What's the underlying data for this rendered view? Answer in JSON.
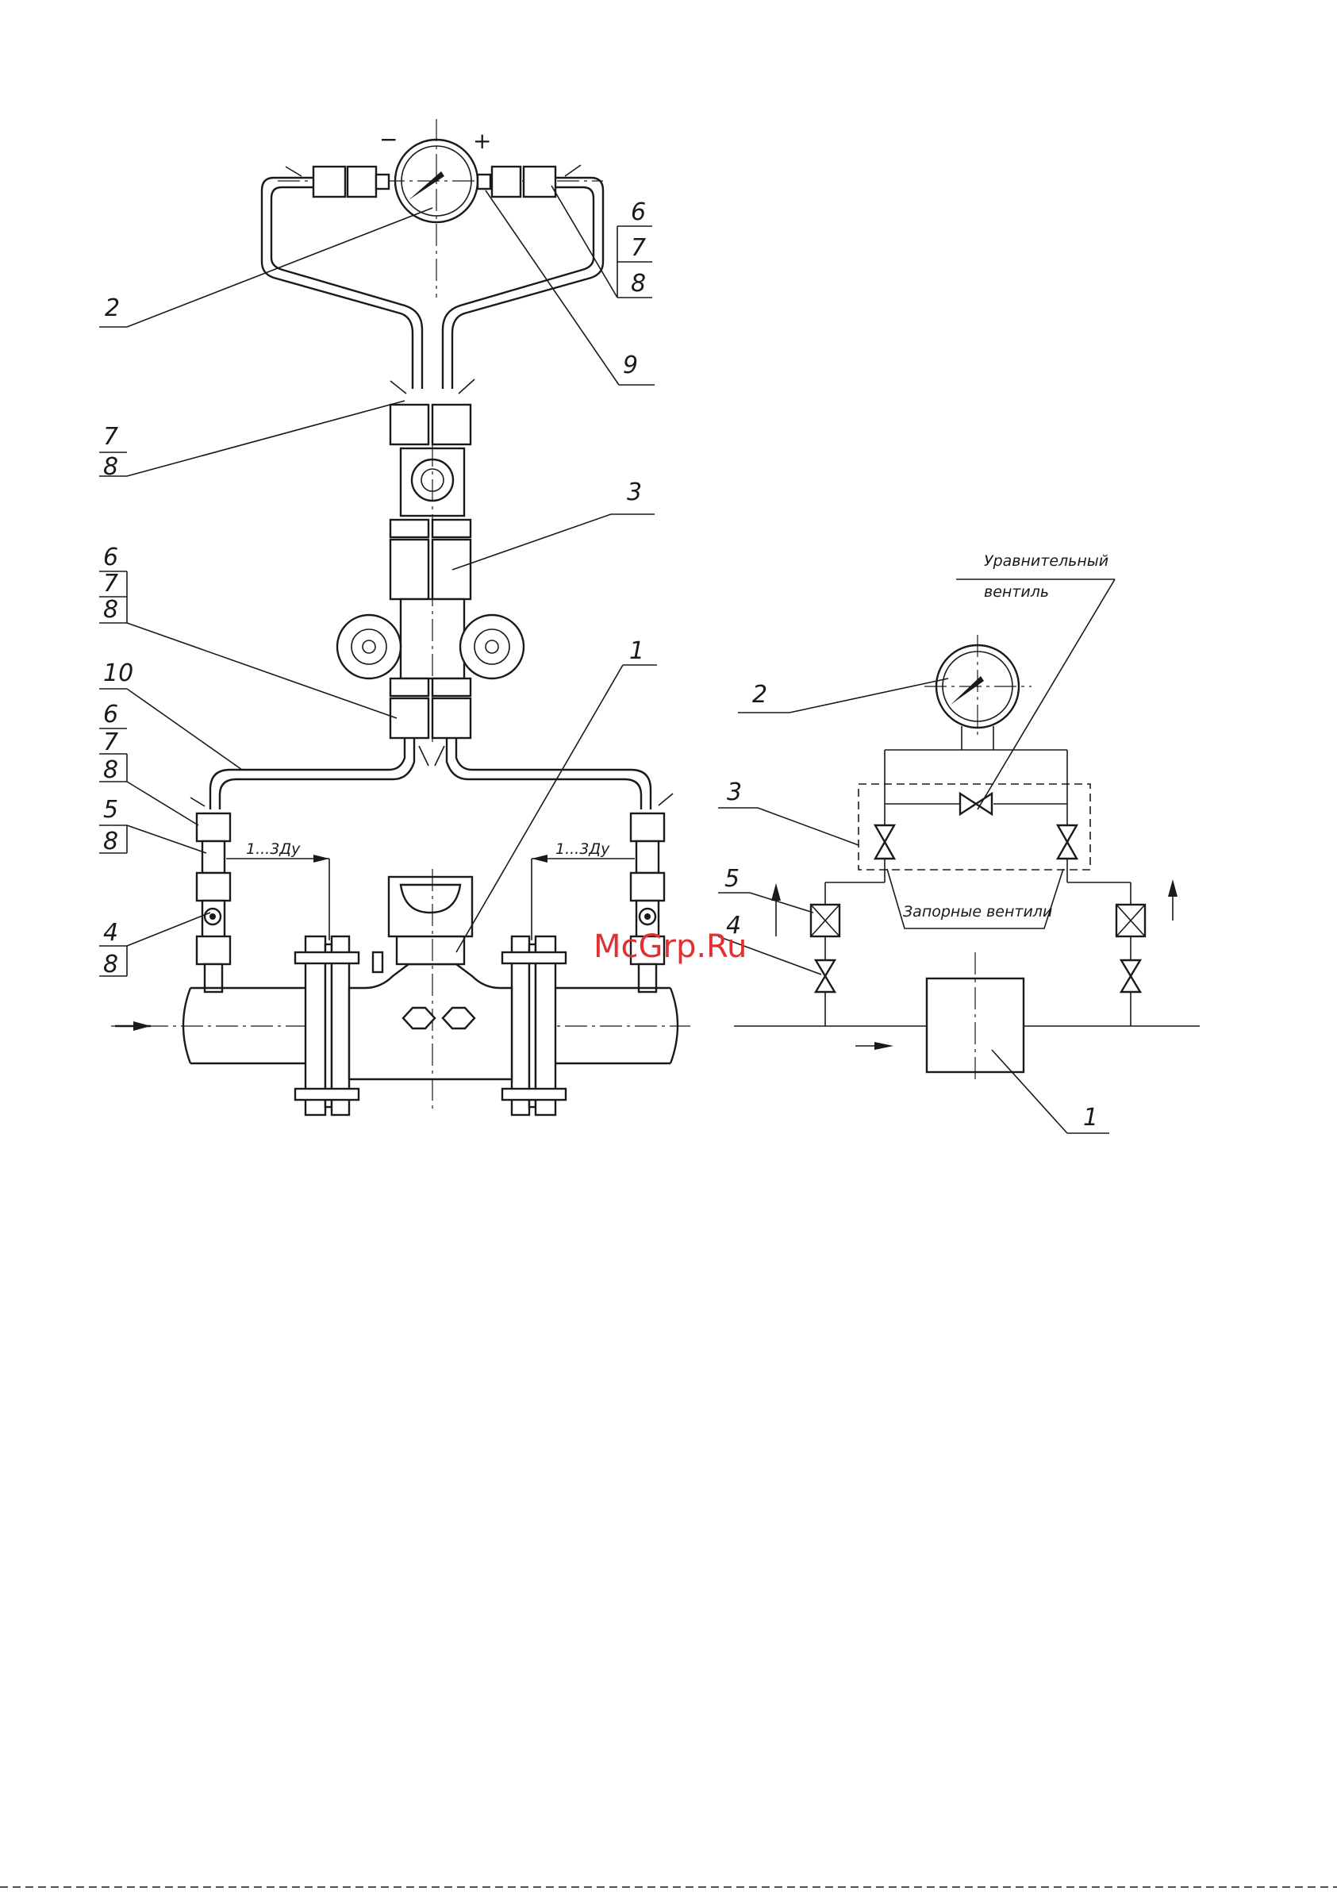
{
  "drawing": {
    "labels": {
      "l1": "1",
      "l2": "2",
      "l3": "3",
      "l4": "4",
      "l5": "5",
      "l6": "6",
      "l7": "7",
      "l8": "8",
      "l9": "9",
      "l10": "10"
    },
    "signs": {
      "minus": "−",
      "plus": "+"
    },
    "distance_left": "1...3Ду",
    "distance_right": "1...3Ду"
  },
  "schematic": {
    "equalizing_valve_line1": "Уравнительный",
    "equalizing_valve_line2": "вентиль",
    "shutoff_valves": "Запорные вентили",
    "labels": {
      "l1": "1",
      "l2": "2",
      "l3": "3",
      "l4": "4",
      "l5": "5"
    }
  },
  "watermark": "McGrp.Ru",
  "colors": {
    "ink": "#1a1a1a",
    "watermark": "#e03030",
    "paper": "#ffffff"
  }
}
